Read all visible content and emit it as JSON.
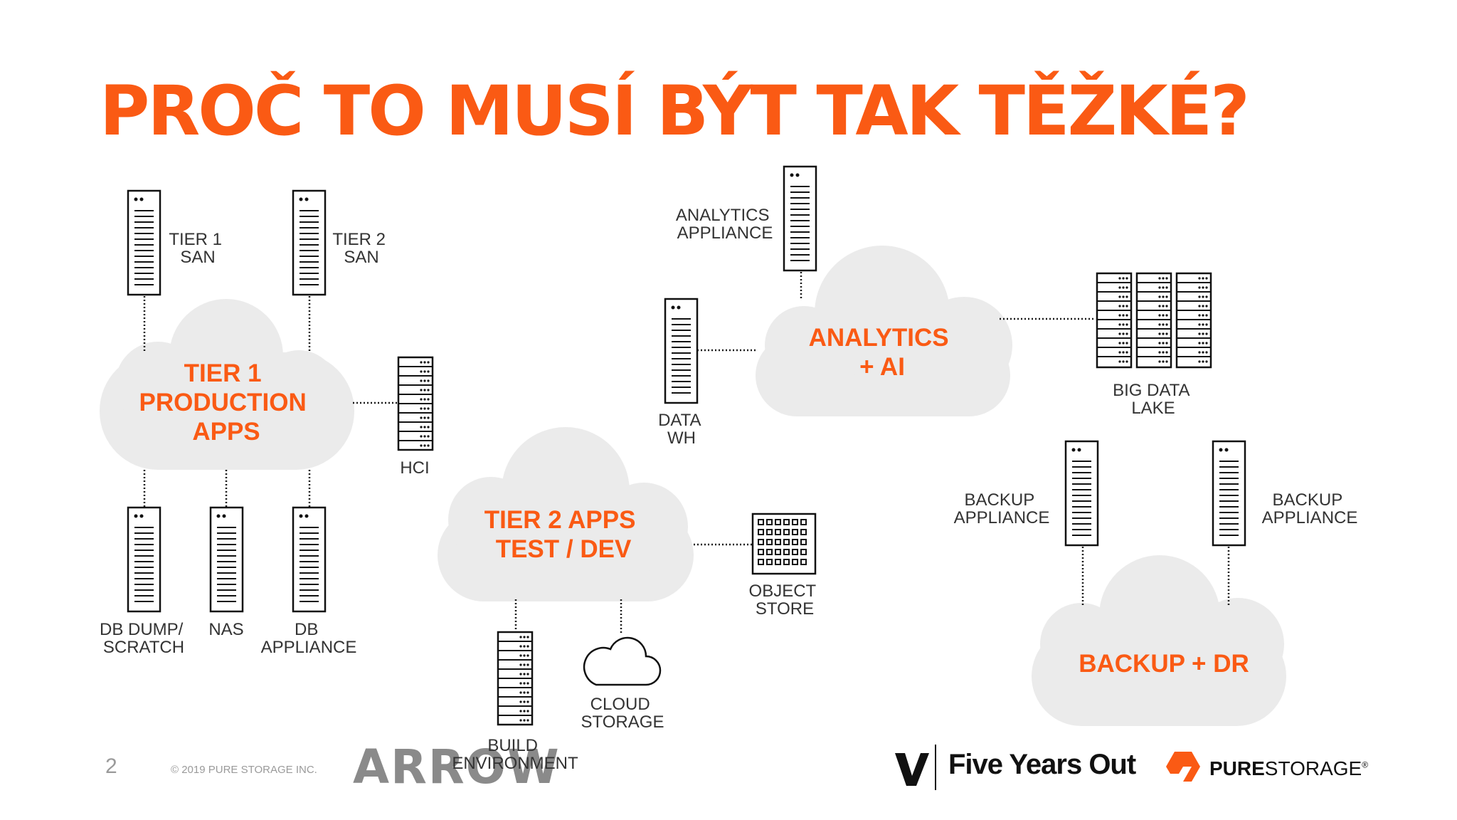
{
  "title": "PROČ TO MUSÍ BÝT TAK TĚŽKÉ?",
  "colors": {
    "accent": "#fa5a14",
    "cloud": "#ebebeb",
    "line": "#1a1a1a",
    "footer_gray": "#9a9a9a"
  },
  "clouds": {
    "tier1": [
      "TIER 1",
      "PRODUCTION",
      "APPS"
    ],
    "tier2": [
      "TIER 2 APPS",
      "TEST / DEV"
    ],
    "analytics": [
      "ANALYTICS",
      "+ AI"
    ],
    "backup": [
      "BACKUP + DR"
    ]
  },
  "nodes": {
    "tier1_san": [
      "TIER 1",
      "SAN"
    ],
    "tier2_san": [
      "TIER 2",
      "SAN"
    ],
    "hci": [
      "HCI"
    ],
    "db_dump": [
      "DB DUMP/",
      "SCRATCH"
    ],
    "nas": [
      "NAS"
    ],
    "db_appliance": [
      "DB",
      "APPLIANCE"
    ],
    "analytics_appliance": [
      "ANALYTICS",
      "APPLIANCE"
    ],
    "data_wh": [
      "DATA",
      "WH"
    ],
    "big_data_lake": [
      "BIG DATA",
      "LAKE"
    ],
    "object_store": [
      "OBJECT",
      "STORE"
    ],
    "build_env": [
      "BUILD",
      "ENVIRONMENT"
    ],
    "cloud_storage": [
      "CLOUD",
      "STORAGE"
    ],
    "backup_appliance_left": [
      "BACKUP",
      "APPLIANCE"
    ],
    "backup_appliance_right": [
      "BACKUP",
      "APPLIANCE"
    ]
  },
  "footer": {
    "page_number": "2",
    "copyright": "© 2019 PURE STORAGE INC.",
    "arrow_logo": "ARROW",
    "five_years_out": "Five Years Out",
    "pure_bold": "PURE",
    "pure_light": "STORAGE",
    "pure_mark": "®"
  }
}
